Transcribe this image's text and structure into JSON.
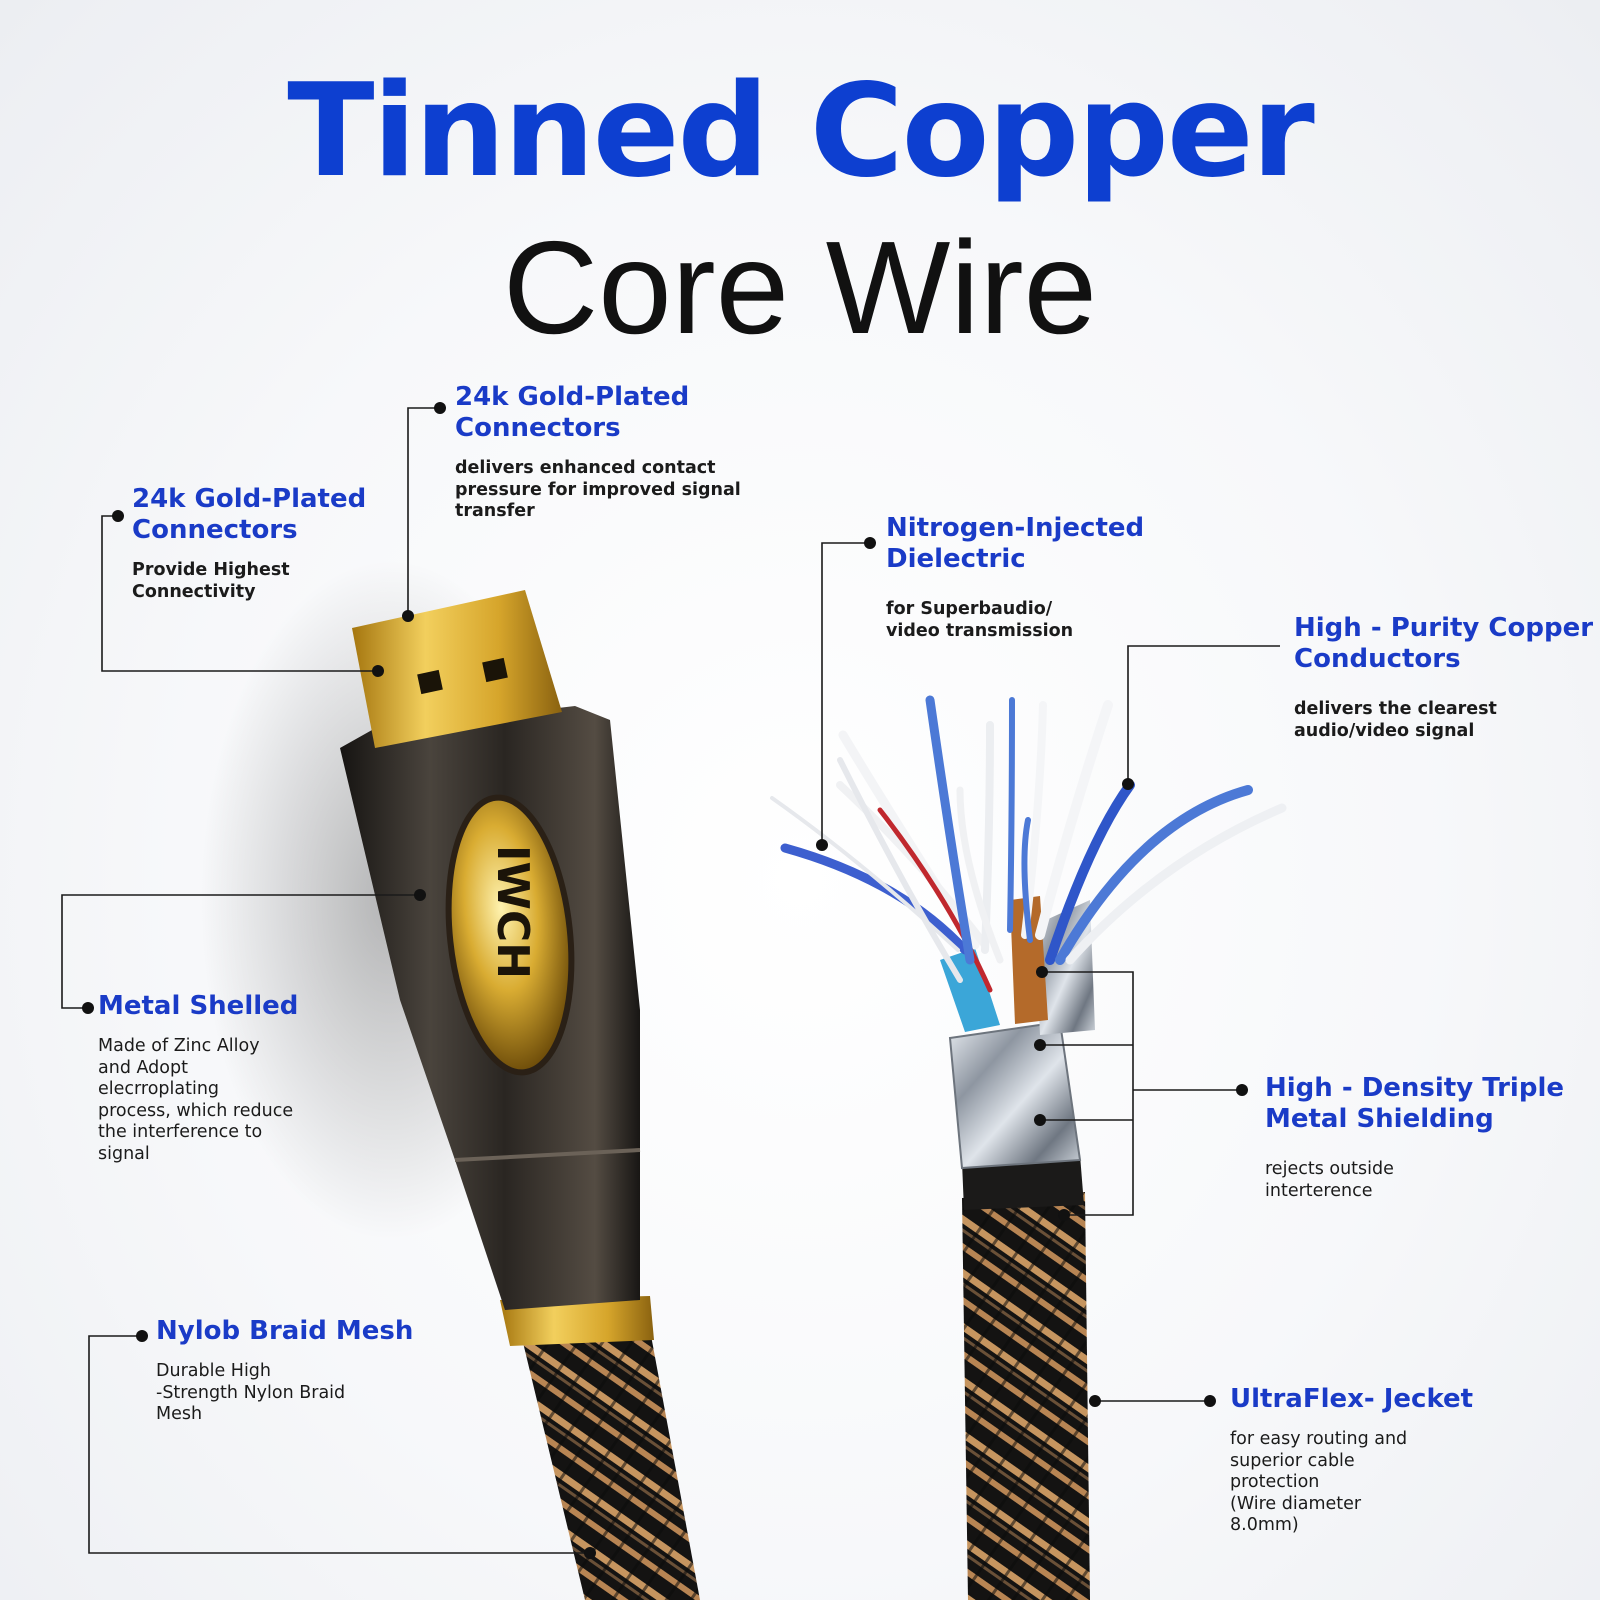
{
  "title": {
    "line1": "Tinned Copper",
    "line2": "Core Wire"
  },
  "connector_logo": "IWCH",
  "colors": {
    "accent_blue": "#1a3bc7",
    "title_blue": "#0d3fd0",
    "gold": "#d8a923",
    "shell": "#2e2a26"
  },
  "callouts": [
    {
      "id": "gold-connectors-left",
      "heading": "24k Gold-Plated\nConnectors",
      "description": "Provide Highest\nConnectivity"
    },
    {
      "id": "gold-connectors-top",
      "heading": "24k Gold-Plated\nConnectors",
      "description": "delivers enhanced contact\npressure for improved signal\ntransfer"
    },
    {
      "id": "metal-shelled",
      "heading": "Metal Shelled",
      "description": "Made of Zinc Alloy\nand Adopt\nelecrroplating\nprocess, which reduce\nthe interference to\nsignal"
    },
    {
      "id": "nylon-braid",
      "heading": "Nylob Braid Mesh",
      "description": "Durable High\n-Strength Nylon Braid\nMesh"
    },
    {
      "id": "nitrogen-dielectric",
      "heading": "Nitrogen-Injected\nDielectric",
      "description": "for Superbaudio/\nvideo transmission"
    },
    {
      "id": "copper-conductors",
      "heading": "High - Purity Copper\nConductors",
      "description": "delivers the clearest\naudio/video signal"
    },
    {
      "id": "triple-shielding",
      "heading": "High - Density Triple\nMetal Shielding",
      "description": "rejects outside\ninterterence"
    },
    {
      "id": "ultraflex-jacket",
      "heading": "UltraFlex- Jecket",
      "description": "for easy routing and\nsuperior cable\nprotection\n(Wire diameter\n8.0mm)"
    }
  ]
}
